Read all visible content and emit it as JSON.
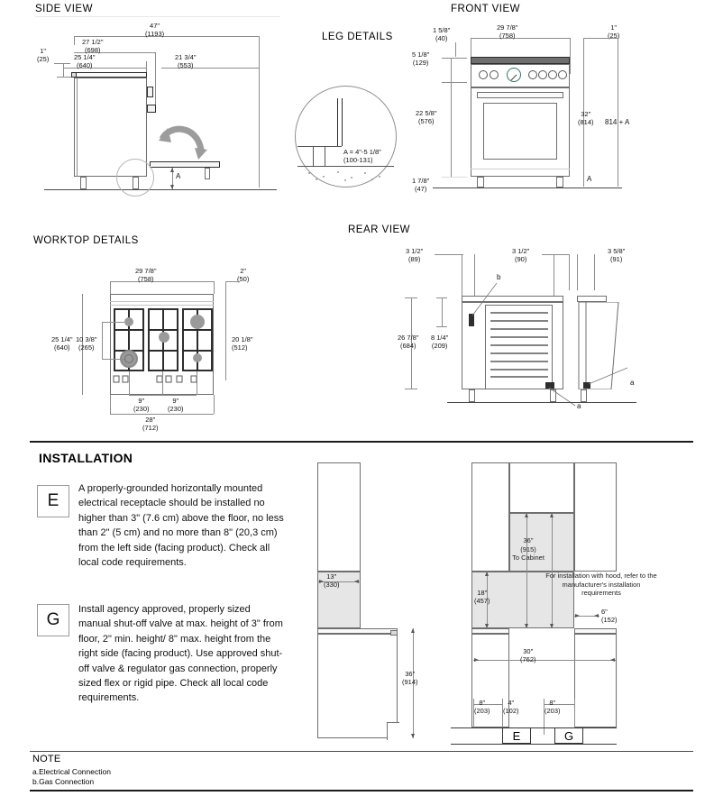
{
  "views": {
    "side": {
      "title": "SIDE VIEW",
      "dims": {
        "d47": {
          "in": "47\"",
          "mm": "(1193)"
        },
        "d27_5": {
          "in": "27 1/2\"",
          "mm": "(698)"
        },
        "d25_25": {
          "in": "25 1/4\"",
          "mm": "(640)"
        },
        "d21_75": {
          "in": "21 3/4\"",
          "mm": "(553)"
        },
        "d1": {
          "in": "1\"",
          "mm": "(25)"
        }
      },
      "marker_a": "A"
    },
    "leg": {
      "title": "LEG DETAILS",
      "callout": {
        "line1": "A = 4\"-5 1/8\"",
        "line2": "(100-131)"
      }
    },
    "front": {
      "title": "FRONT VIEW",
      "dims": {
        "d1_625": {
          "in": "1 5/8\"",
          "mm": "(40)"
        },
        "d29_875": {
          "in": "29 7/8\"",
          "mm": "(758)"
        },
        "d1": {
          "in": "1\"",
          "mm": "(25)"
        },
        "d5_125": {
          "in": "5 1/8\"",
          "mm": "(129)"
        },
        "d22_625": {
          "in": "22 5/8\"",
          "mm": "(576)"
        },
        "d1_875": {
          "in": "1 7/8\"",
          "mm": "(47)"
        },
        "d32": {
          "in": "32\"",
          "mm": "(814)"
        }
      },
      "total_note": "814 + A",
      "marker_a": "A"
    },
    "worktop": {
      "title": "WORKTOP DETAILS",
      "dims": {
        "d29_875": {
          "in": "29 7/8\"",
          "mm": "(758)"
        },
        "d2": {
          "in": "2\"",
          "mm": "(50)"
        },
        "d25_25": {
          "in": "25 1/4\"",
          "mm": "(640)"
        },
        "d10_375": {
          "in": "10 3/8\"",
          "mm": "(265)"
        },
        "d20_125": {
          "in": "20 1/8\"",
          "mm": "(512)"
        },
        "d9_left": {
          "in": "9\"",
          "mm": "(230)"
        },
        "d9_right": {
          "in": "9\"",
          "mm": "(230)"
        },
        "d28": {
          "in": "28\"",
          "mm": "(712)"
        }
      }
    },
    "rear": {
      "title": "REAR VIEW",
      "dims": {
        "d3_5a": {
          "in": "3 1/2\"",
          "mm": "(89)"
        },
        "d3_5b": {
          "in": "3 1/2\"",
          "mm": "(90)"
        },
        "d3_625": {
          "in": "3 5/8\"",
          "mm": "(91)"
        },
        "d26_875": {
          "in": "26 7/8\"",
          "mm": "(684)"
        },
        "d8_25": {
          "in": "8 1/4\"",
          "mm": "(209)"
        }
      },
      "markers": {
        "a1": "a",
        "a2": "a",
        "b": "b"
      }
    }
  },
  "installation": {
    "title": "INSTALLATION",
    "items": [
      {
        "code": "E",
        "text": "A properly-grounded horizontally mounted electrical receptacle should be installed no higher than 3\" (7.6 cm) above the floor, no less than 2\" (5 cm) and no more than 8\" (20,3 cm) from the left side (facing product). Check all local code requirements."
      },
      {
        "code": "G",
        "text": "Install agency approved, properly sized manual shut-off valve at max. height of 3\" from floor, 2\" min. height/ 8\" max. height from the right side (facing product). Use approved shut-off valve & regulator gas connection, properly sized flex or rigid pipe. Check all local code requirements."
      }
    ],
    "diagram": {
      "d13": {
        "in": "13\"",
        "mm": "(330)"
      },
      "d36_left": {
        "in": "36\"",
        "mm": "(914)"
      },
      "d18": {
        "in": "18\"",
        "mm": "(457)"
      },
      "d36_cab": {
        "in": "36\"",
        "mm": "(915)",
        "note": "To Cabinet"
      },
      "d6": {
        "in": "6\"",
        "mm": "(152)"
      },
      "d30": {
        "in": "30\"",
        "mm": "(762)"
      },
      "d8_left": {
        "in": "8\"",
        "mm": "(203)"
      },
      "d4": {
        "in": "4\"",
        "mm": "(102)"
      },
      "d8_right": {
        "in": "8\"",
        "mm": "(203)"
      },
      "hood_note": "For installation with hood, refer to the manufacturer's installation requirements",
      "marker_e": "E",
      "marker_g": "G"
    }
  },
  "note": {
    "title": "NOTE",
    "lines": [
      "a.Electrical Connection",
      "b.Gas Connection"
    ]
  },
  "colors": {
    "line": "#8c8c8c",
    "line_dark": "#2b2b2b",
    "fill": "#e6e6e6",
    "burner": "#9a9a9a",
    "text": "#111111"
  }
}
